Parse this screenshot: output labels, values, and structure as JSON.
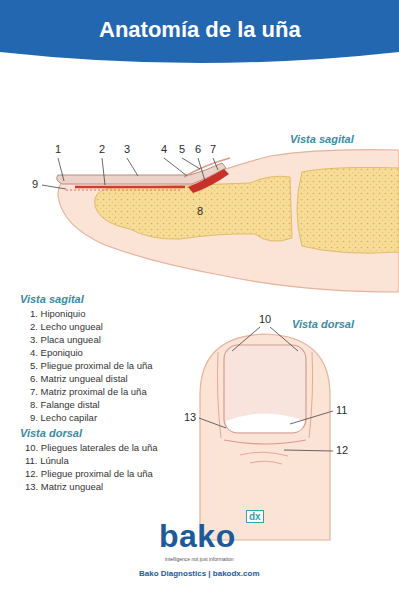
{
  "diagram": {
    "title": "Anatomía de la uña",
    "labels": [
      "1",
      "2",
      "3",
      "4",
      "5",
      "6",
      "7",
      "9",
      "8",
      "Vista sagital",
      "Vista sagital",
      "1. Hiponiquio",
      "2. Lecho ungueal",
      "3. Placa ungueal",
      "4. Eponiquio",
      "5. Pliegue proximal de la uña",
      "6. Matriz ungueal distal",
      "7. Matriz proximal de la uña",
      "8. Falange distal",
      "9. Lecho capilar",
      "Vista dorsal",
      "10. Pliegues laterales de la uña",
      "11. Lúnula",
      "12. Pliegue proximal de la uña",
      "13. Matriz ungueal",
      "Vista dorsal",
      "10",
      "11",
      "12",
      "13",
      "bako",
      "dx",
      "intelligence not just information",
      "Bako Diagnostics | bakodx.com"
    ]
  }
}
